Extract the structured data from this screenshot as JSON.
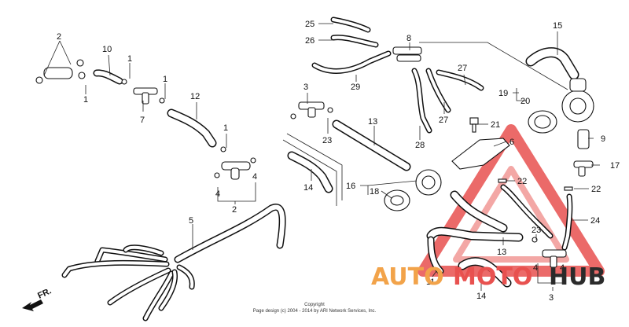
{
  "labels": {
    "p1": "1",
    "p2": "2",
    "p3": "3",
    "p4": "4",
    "p5": "5",
    "p6": "6",
    "p7": "7",
    "p8": "8",
    "p9": "9",
    "p10": "10",
    "p11": "11",
    "p12": "12",
    "p13": "13",
    "p14": "14",
    "p15": "15",
    "p16": "16",
    "p17": "17",
    "p18": "18",
    "p19": "19",
    "p20": "20",
    "p21": "21",
    "p22": "22",
    "p23": "23",
    "p24": "24",
    "p25": "25",
    "p26": "26",
    "p27": "27",
    "p28": "28",
    "p29": "29"
  },
  "direction_label": "FR.",
  "copyright": {
    "line1": "Copyright",
    "line2": "Page design (c) 2004 - 2014 by ARI Network Services, Inc."
  },
  "watermark": {
    "part1": "AUTO",
    "part2": "MOTO",
    "part3": "HUB",
    "color_red": "#e8514f",
    "color_orange": "#f2a34a",
    "color_dark": "#2b2b2b"
  }
}
